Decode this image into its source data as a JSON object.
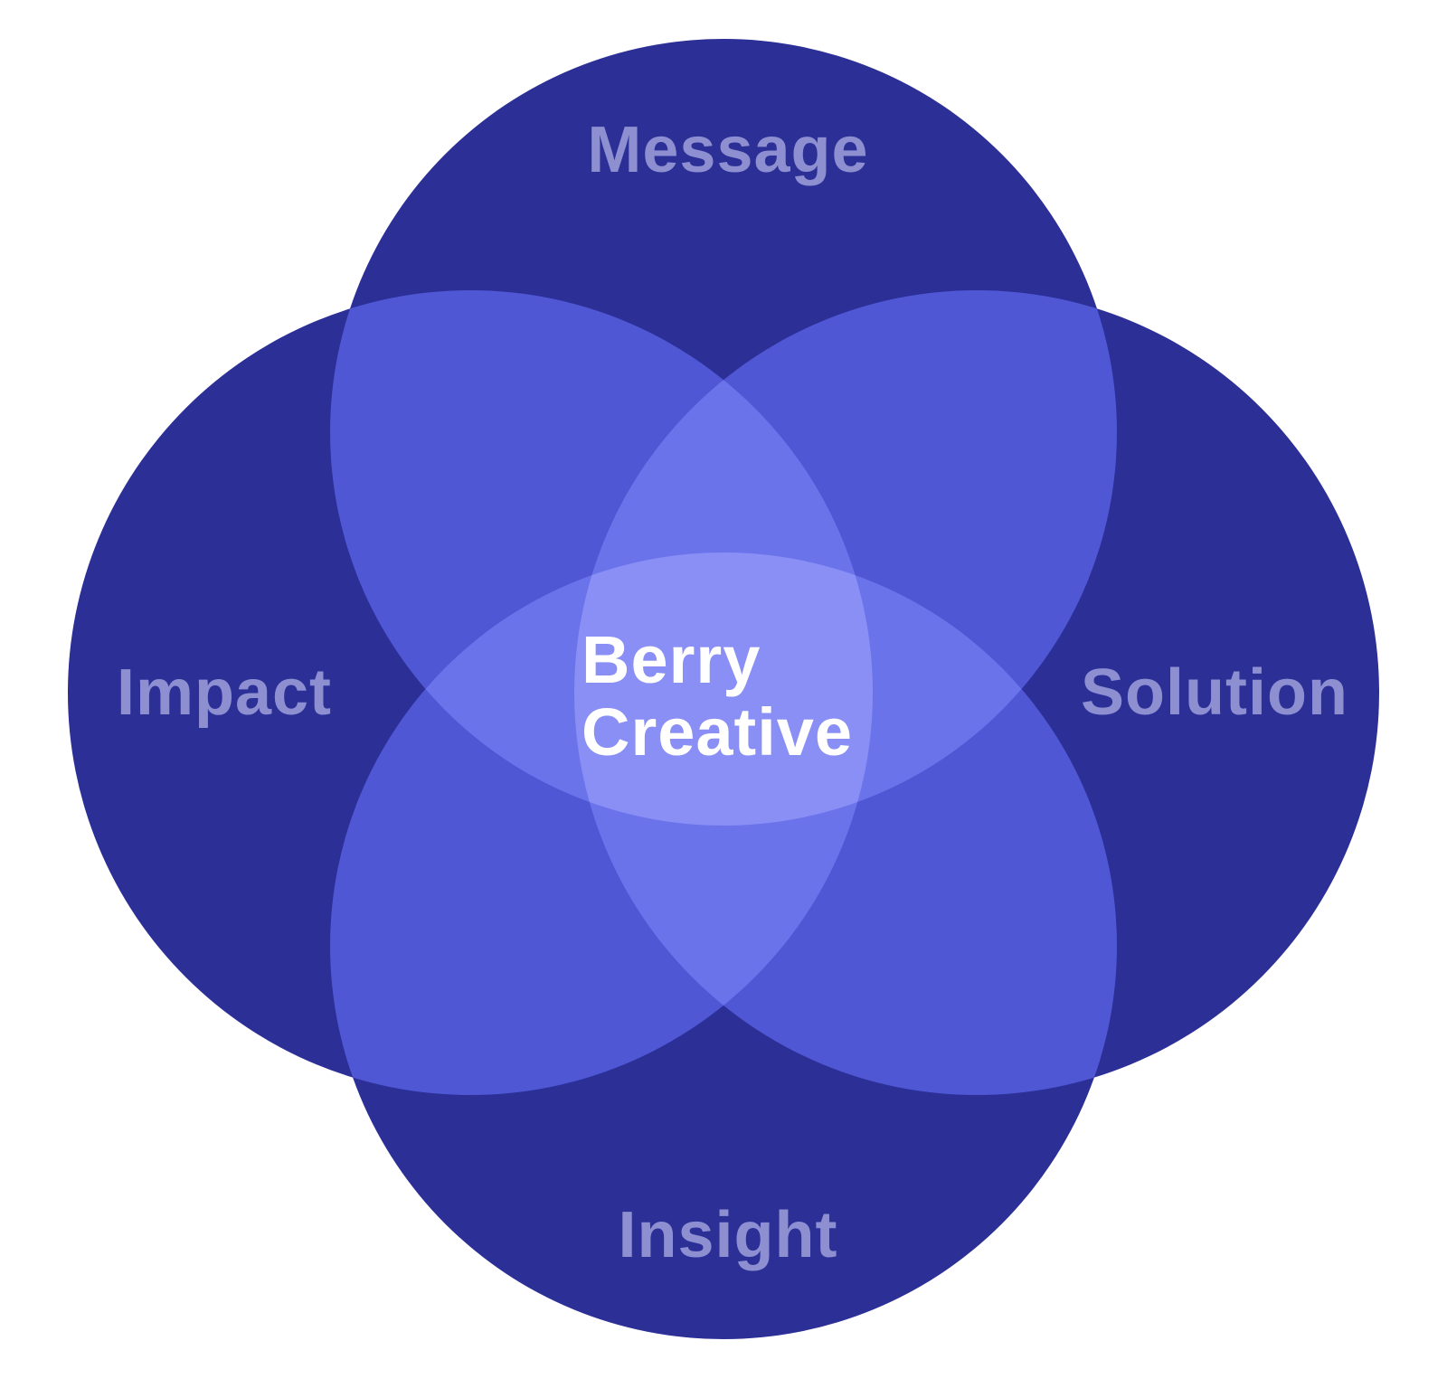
{
  "diagram": {
    "type": "four-circle-venn",
    "colors": {
      "background": "#ffffff",
      "circle_base": "#2b2f96",
      "outer_label": "#8d8fd1",
      "center_label": "#ffffff"
    },
    "circles": [
      {
        "id": "top",
        "label": "Message"
      },
      {
        "id": "left",
        "label": "Impact"
      },
      {
        "id": "right",
        "label": "Solution"
      },
      {
        "id": "bottom",
        "label": "Insight"
      }
    ],
    "center": {
      "line1": "Berry",
      "line2": "Creative"
    }
  }
}
